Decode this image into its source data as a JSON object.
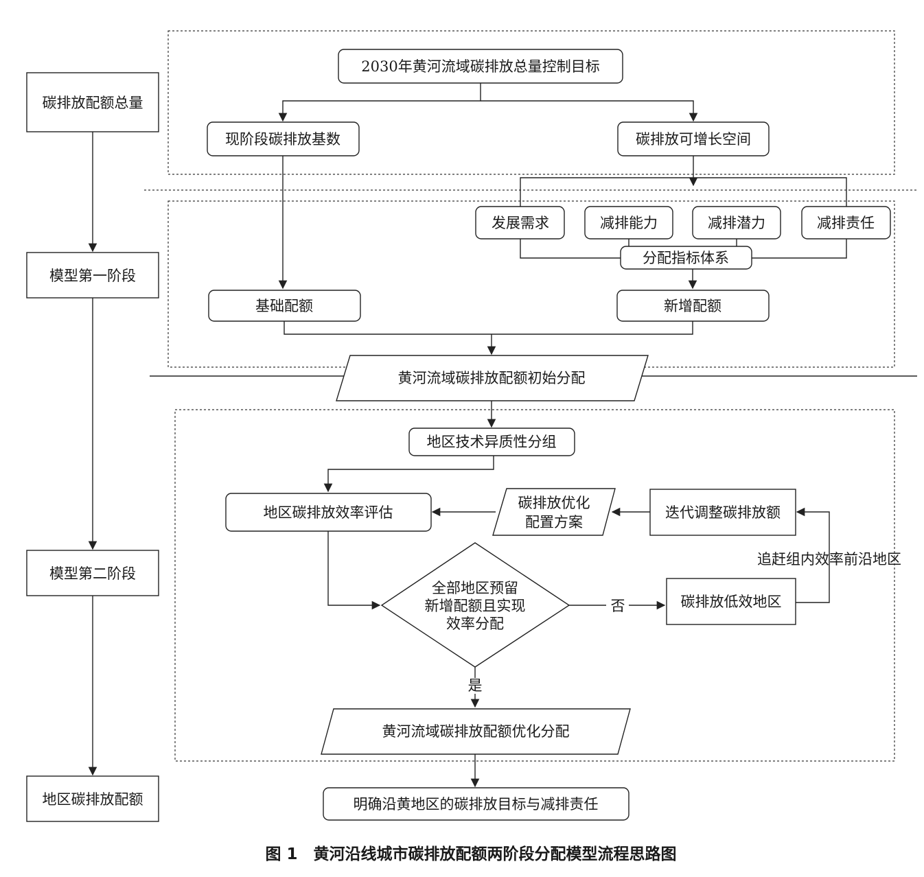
{
  "left_column": {
    "total_quota": "碳排放配额总量",
    "model_stage1": "模型第一阶段",
    "model_stage2": "模型第二阶段",
    "regional_quota": "地区碳排放配额"
  },
  "stage1": {
    "target": "2030年黄河流域碳排放总量控制目标",
    "current_base": "现阶段碳排放基数",
    "growth_space": "碳排放可增长空间",
    "indicators": [
      "发展需求",
      "减排能力",
      "减排潜力",
      "减排责任"
    ],
    "index_system": "分配指标体系",
    "basic_quota": "基础配额",
    "new_quota": "新增配额",
    "initial_allocation": "黄河流域碳排放配额初始分配"
  },
  "stage2": {
    "grouping": "地区技术异质性分组",
    "efficiency_eval": "地区碳排放效率评估",
    "optimized_plan_line1": "碳排放优化",
    "optimized_plan_line2": "配置方案",
    "iterate_adjust": "迭代调整碳排放额",
    "catch_up": "追赶组内效率前沿地区",
    "decision_line1": "全部地区预留",
    "decision_line2": "新增配额且实现",
    "decision_line3": "效率分配",
    "no_label": "否",
    "yes_label": "是",
    "low_efficiency": "碳排放低效地区",
    "optimized_allocation": "黄河流域碳排放配额优化分配"
  },
  "final_goal": "明确沿黄地区的碳排放目标与减排责任",
  "caption": "图 1　黄河沿线城市碳排放配额两阶段分配模型流程思路图"
}
